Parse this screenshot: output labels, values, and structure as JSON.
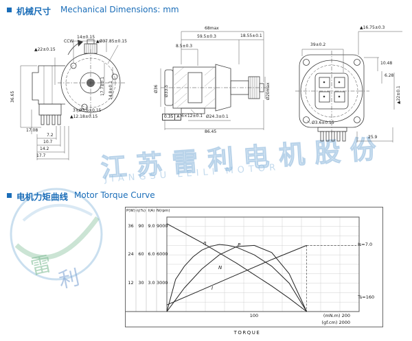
{
  "sections": {
    "mech": {
      "title_cn": "机械尺寸",
      "title_en": "Mechanical Dimensions: mm"
    },
    "torque": {
      "title_cn": "电机力矩曲线",
      "title_en": "Motor Torque Curve"
    }
  },
  "watermark": {
    "cn": "江苏雷利电机股份",
    "en": "JIANGSU LEILI MOTOR",
    "logo_char1": "雷",
    "logo_char2": "利"
  },
  "colors": {
    "accent_blue": "#1a6db8"
  },
  "dims": {
    "left": {
      "ccw": "CCW",
      "a": "▲22±0.15",
      "b": "14±0.15",
      "c": "▲Ø37.85±0.15",
      "height": "36.65",
      "v1": "17.7±0.1",
      "v2": "14.8±0.1",
      "holes": "3×Ø3.6±0.15",
      "key": "▲12.18±0.15",
      "s0": "17.08",
      "s1": "7.2",
      "s2": "10.7",
      "s3": "14.2",
      "s4": "17.7"
    },
    "middle": {
      "len1": "68max",
      "len2": "59.5±0.3",
      "len3": "8.5±0.3",
      "len4": "18.55±0.1",
      "d1": "Ø36",
      "d2": "Ø33.5",
      "d3": "Ø20max",
      "slot": "6×12±0.1",
      "d4": "Ø24.3±0.1",
      "tol": "0.35",
      "datum": "A",
      "total": "86.45"
    },
    "right": {
      "a": "▲16.75±0.3",
      "b": "39±0.2",
      "c": "10.48",
      "d": "6.28",
      "e": "▲22±0.1",
      "hole": "Ø3.6±0.15",
      "f": "25.9"
    }
  },
  "chart_data": {
    "type": "line",
    "title": "Motor Torque Curve",
    "xlabel": "TORQUE",
    "xlim": [
      0,
      200
    ],
    "x_tick_mid": "100",
    "x_tick_end_mnm": "(mN.m) 200",
    "x_tick_end_gfcm": "(gf.cm) 2000",
    "stall_torque": 160,
    "stall_current": 7.0,
    "is_label": "Is=7.0",
    "ts_label": "Ts=160",
    "grid": true,
    "axes": [
      {
        "name": "P(W)",
        "ticks": [
          "36",
          "24",
          "12"
        ]
      },
      {
        "name": "η(%)",
        "ticks": [
          "90",
          "60",
          "30"
        ]
      },
      {
        "name": "I(A)",
        "ticks": [
          "9.0",
          "6.0",
          "3.0"
        ]
      },
      {
        "name": "N(rpm)",
        "ticks": [
          "9000",
          "6000",
          "3000"
        ]
      }
    ],
    "series": [
      {
        "name": "N",
        "label": "N",
        "unit": "rpm",
        "max": 10000,
        "points": [
          [
            0,
            9300
          ],
          [
            20,
            8300
          ],
          [
            40,
            7300
          ],
          [
            60,
            6200
          ],
          [
            80,
            5100
          ],
          [
            100,
            3900
          ],
          [
            120,
            2700
          ],
          [
            140,
            1400
          ],
          [
            160,
            0
          ]
        ]
      },
      {
        "name": "I",
        "label": "I",
        "unit": "A",
        "max": 10,
        "points": [
          [
            0,
            0.7
          ],
          [
            40,
            2.3
          ],
          [
            80,
            3.9
          ],
          [
            120,
            5.5
          ],
          [
            160,
            7.0
          ]
        ]
      },
      {
        "name": "P",
        "label": "P",
        "unit": "W",
        "max": 40,
        "points": [
          [
            0,
            0
          ],
          [
            20,
            10
          ],
          [
            40,
            18
          ],
          [
            60,
            24
          ],
          [
            80,
            27.5
          ],
          [
            100,
            28
          ],
          [
            120,
            25
          ],
          [
            140,
            16
          ],
          [
            160,
            0
          ]
        ]
      },
      {
        "name": "eta",
        "label": "η",
        "unit": "%",
        "max": 100,
        "points": [
          [
            0,
            0
          ],
          [
            10,
            34
          ],
          [
            20,
            48
          ],
          [
            30,
            58
          ],
          [
            40,
            65
          ],
          [
            50,
            69
          ],
          [
            60,
            71
          ],
          [
            70,
            70
          ],
          [
            80,
            68
          ],
          [
            100,
            60
          ],
          [
            120,
            48
          ],
          [
            140,
            30
          ],
          [
            160,
            0
          ]
        ]
      }
    ]
  }
}
